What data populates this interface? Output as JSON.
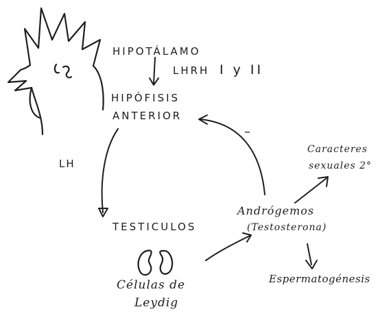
{
  "labels": {
    "hypothalamus": "HIPOTÁLAMO",
    "lhrh": "LHRH",
    "lhrh_numerals": "I y II",
    "pituitary_line1": "HIPÓFISIS",
    "pituitary_line2": "ANTERIOR",
    "lh": "LH",
    "feedback_sign": "–",
    "testes": "TESTICULOS",
    "leydig_line1": "Células de",
    "leydig_line2": "Leydig",
    "androgens": "Andrógemos",
    "testosterone": "(Testosterona)",
    "secondary_line1": "Caracteres",
    "secondary_line2": "sexuales 2°",
    "spermatogenesis": "Espermatogénesis"
  }
}
